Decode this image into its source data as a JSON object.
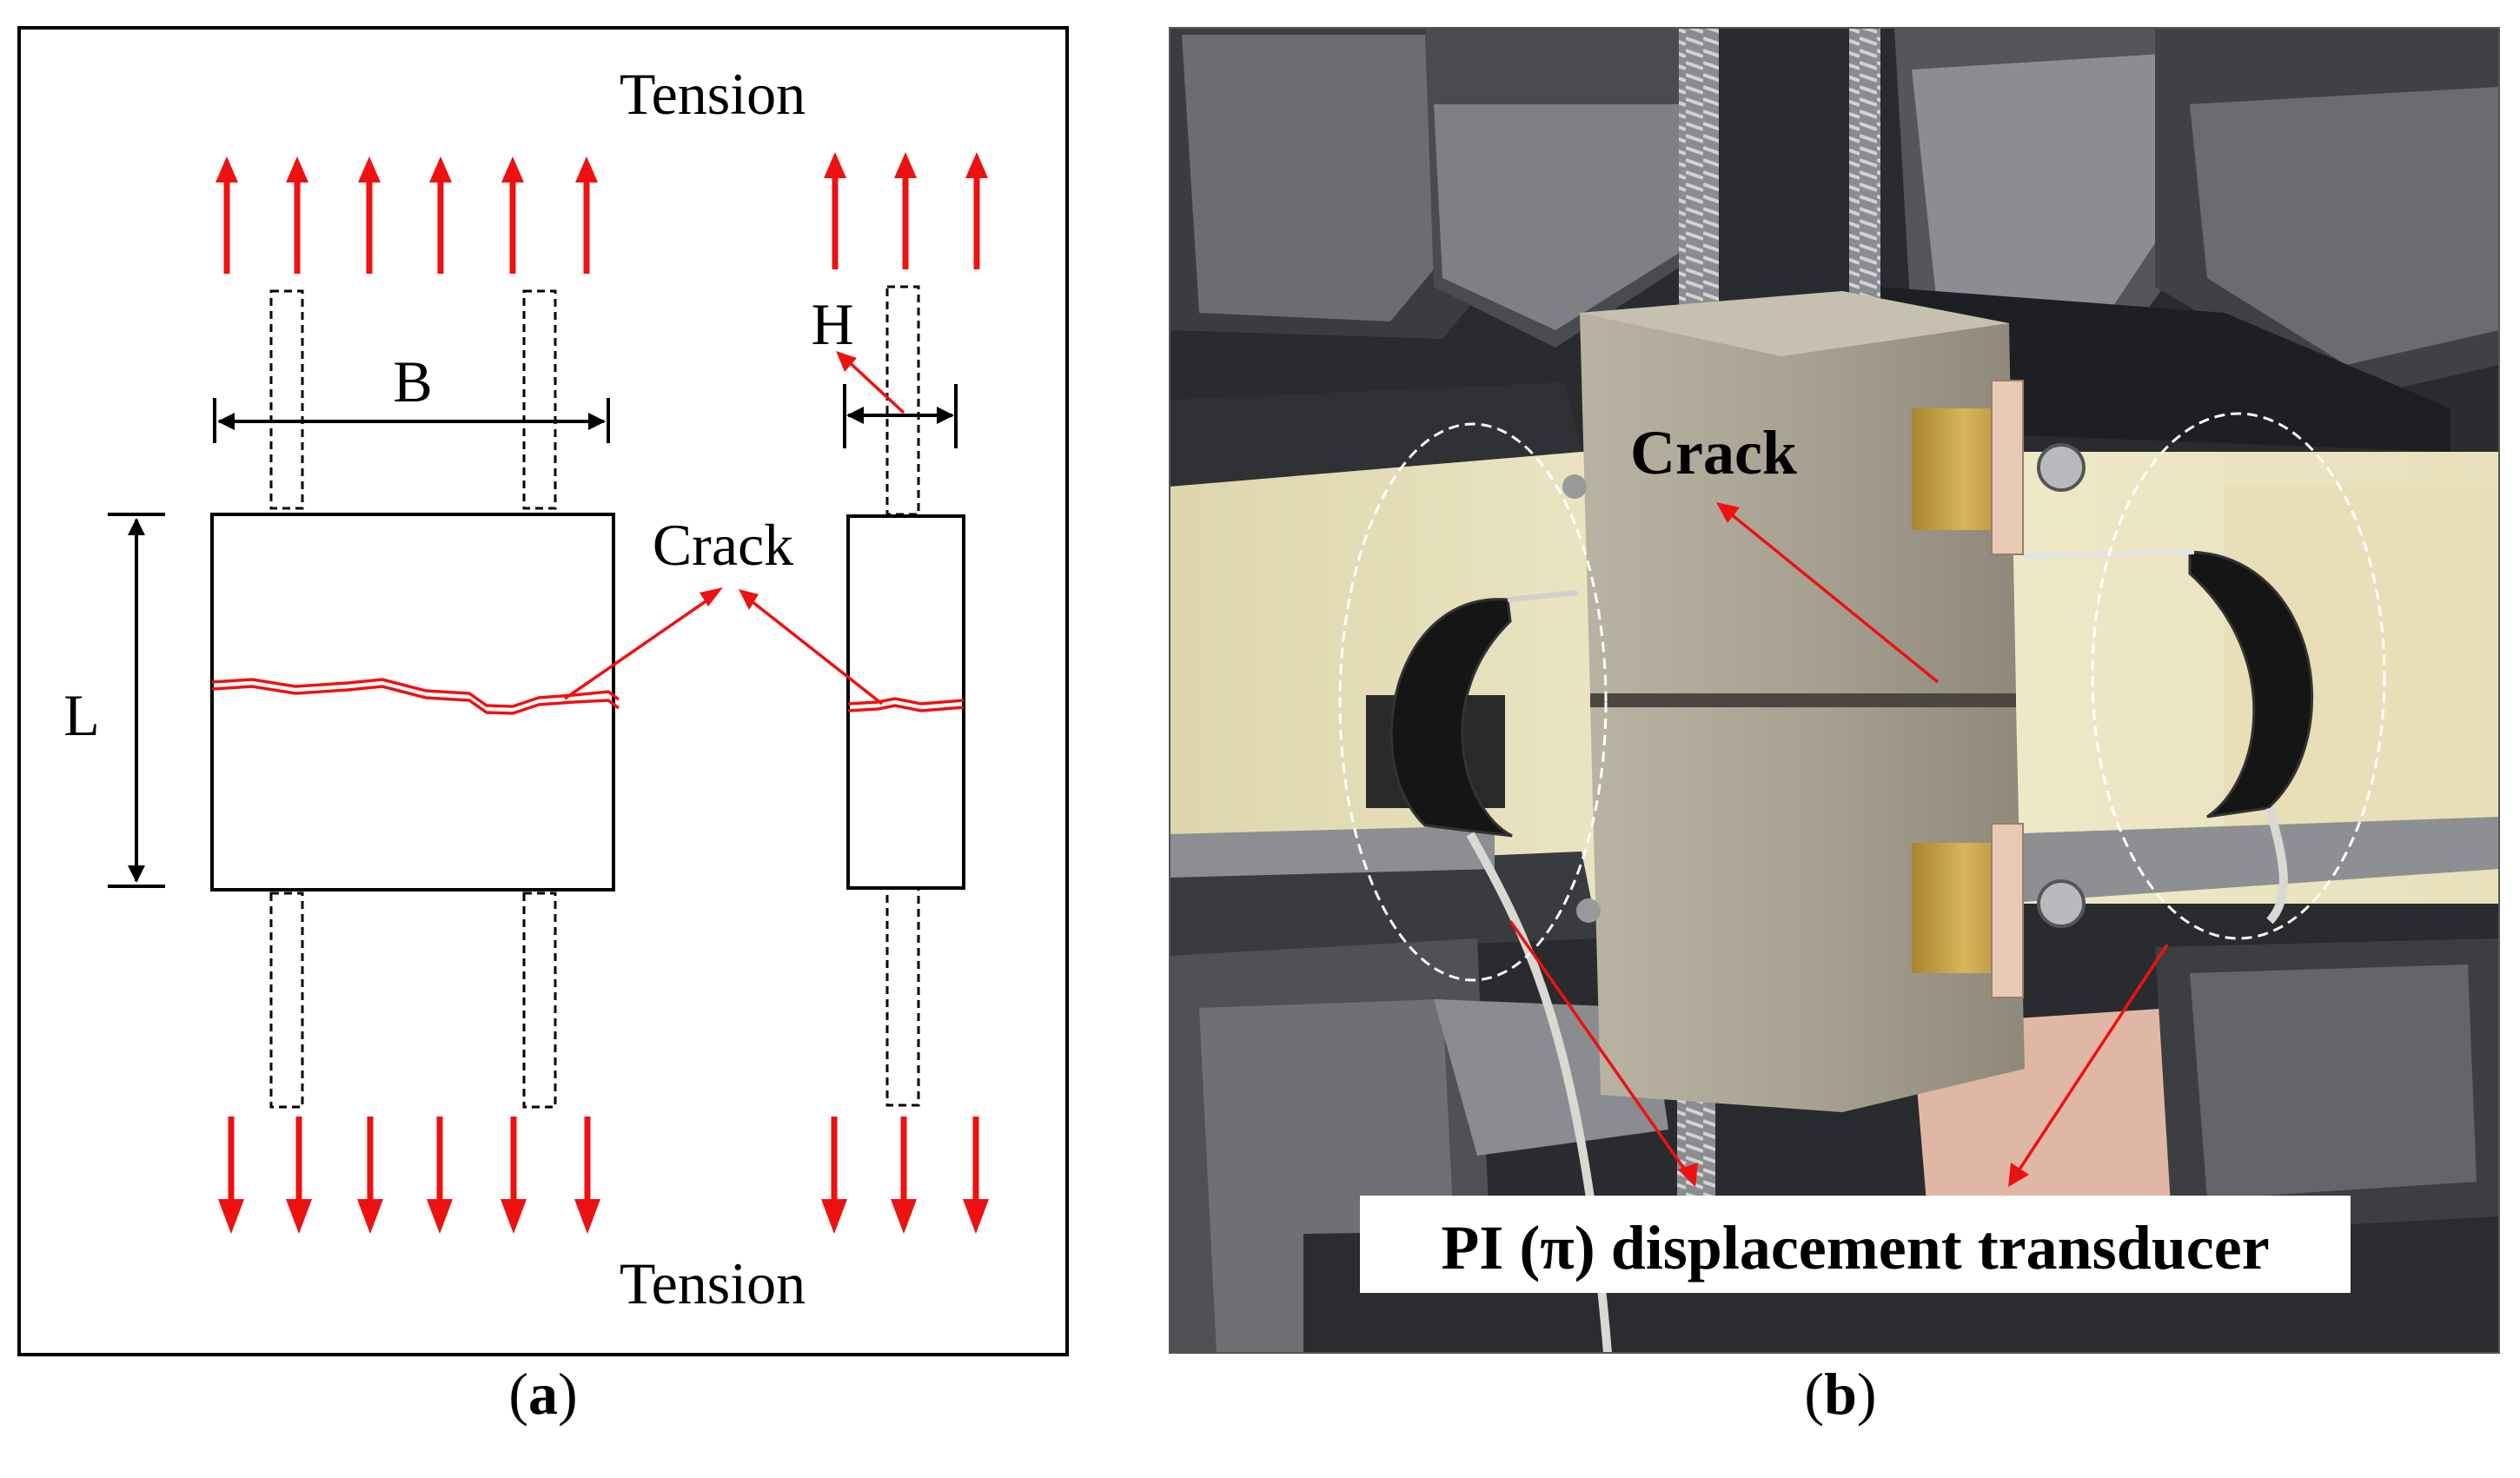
{
  "panel_a": {
    "label": "a",
    "tension_top": "Tension",
    "tension_bottom": "Tension",
    "dim_b": "B",
    "dim_h": "H",
    "dim_l": "L",
    "crack": "Crack"
  },
  "panel_b": {
    "label": "b",
    "crack": "Crack",
    "transducer": "PI (π) displacement transducer"
  },
  "colors": {
    "arrow": "#ee1111",
    "line": "#000000",
    "label_bg": "#ffffff"
  }
}
